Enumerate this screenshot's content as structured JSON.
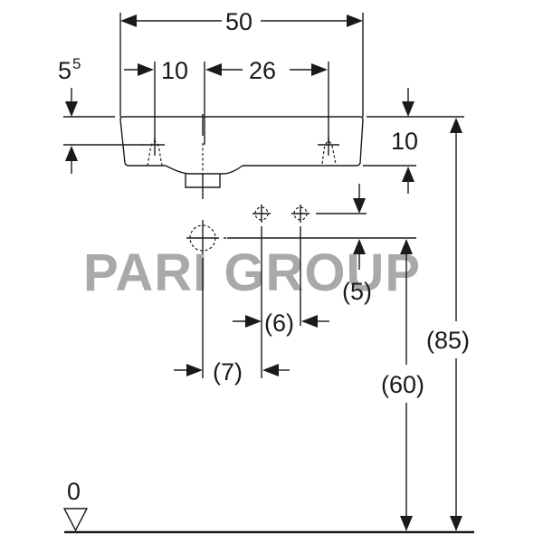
{
  "diagram": {
    "subject": "washbasin dimension drawing (front view)",
    "watermark": "PARI GROUP",
    "colors": {
      "line": "#1a1a1a",
      "watermark": "#9a9a9a",
      "background": "#ffffff"
    },
    "dimensions": {
      "overall_width": "50",
      "tap_hole_offset_left": "10",
      "tap_to_tap_span": "26",
      "rim_offset_main": "5",
      "rim_offset_sup": "5",
      "basin_height": "10",
      "supply_vertical_offset": "(5)",
      "supply_spacing": "(6)",
      "waste_to_supply_offset": "(7)",
      "supply_height": "(60)",
      "rim_height": "(85)",
      "floor_level": "0"
    }
  }
}
